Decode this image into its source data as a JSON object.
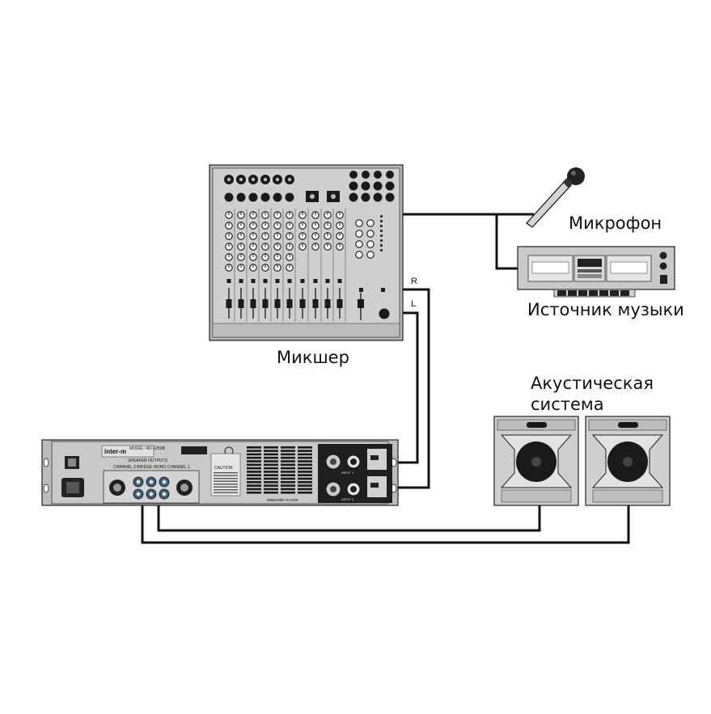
{
  "labels": {
    "microphone": "Микрофон",
    "music_source": "Источник музыки",
    "mixer": "Микшер",
    "speaker_system_line1": "Акустическая",
    "speaker_system_line2": "система",
    "channel_r": "R",
    "channel_l": "L"
  },
  "amplifier_panel": {
    "brand": "inter-m",
    "model": "MODEL: RD-1250B",
    "speaker_outputs": "SPEAKER OUTPUTS",
    "channel_bridge": "CHANNEL 2  BRIDGE MONO  CHANNEL 1",
    "caution": "CAUTION",
    "website": "www.inter-m.com",
    "input_1": "INPUT 1",
    "input_2": "INPUT 2"
  },
  "colors": {
    "device_fill": "#c9c9c9",
    "device_dark": "#1a1a1a",
    "cable": "#111111",
    "background": "#ffffff"
  }
}
